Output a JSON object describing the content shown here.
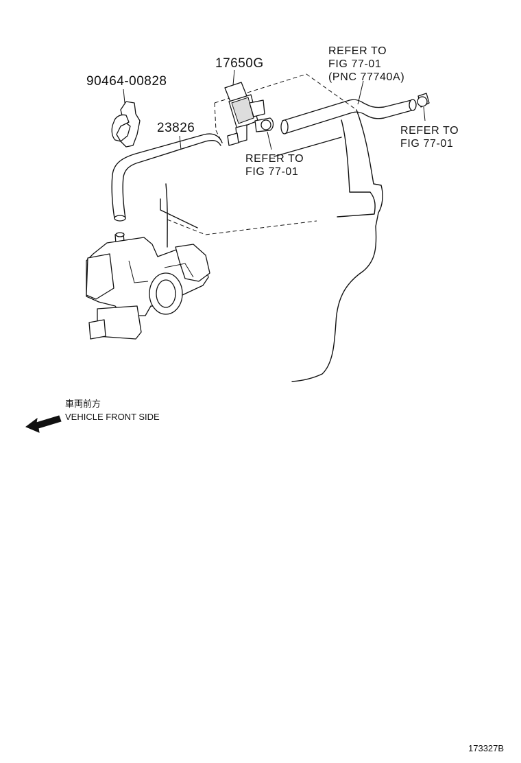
{
  "parts": {
    "clamp_bracket": "90464-00828",
    "vacuum_switching_valve": "17650G",
    "hose": "23826"
  },
  "references": {
    "top_right": [
      "REFER TO",
      "FIG 77-01",
      "(PNC 77740A)"
    ],
    "right": [
      "REFER TO",
      "FIG 77-01"
    ],
    "center": [
      "REFER TO",
      "FIG 77-01"
    ]
  },
  "direction": {
    "japanese": "車両前方",
    "english": "VEHICLE FRONT SIDE"
  },
  "illustration_id": "173327B"
}
